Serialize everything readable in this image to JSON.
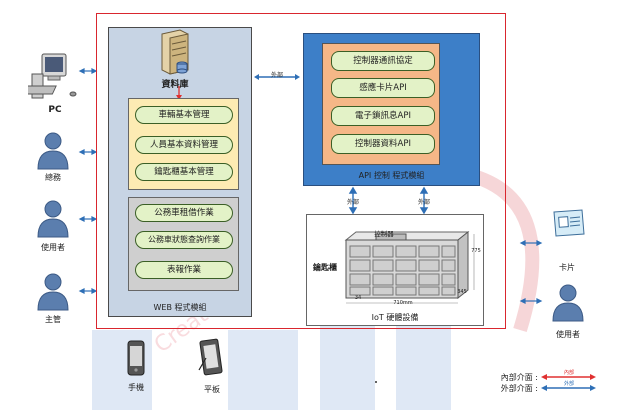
{
  "colors": {
    "frame_red": "#d9262e",
    "web_panel": "#c7d4e4",
    "mgmt_box": "#fdebb3",
    "ops_box": "#cfcfcf",
    "pill_fill": "#e3f2c7",
    "api_panel": "#3d7fc8",
    "api_inner": "#f5b787",
    "connector_blue": "#2e6fb6",
    "internal_red": "#e03030",
    "person_blue": "#4f6f9a"
  },
  "left_actors": {
    "pc": "PC",
    "finance": "總務",
    "user": "使用者",
    "manager": "主管"
  },
  "web_module": {
    "database": "資料庫",
    "management": [
      "車輛基本管理",
      "人員基本資料管理",
      "鑰匙櫃基本管理"
    ],
    "operations": [
      "公務車租借作業",
      "公務車狀態查詢作業",
      "表報作業"
    ],
    "caption": "WEB 程式模組"
  },
  "link_web_api": "外部",
  "api_module": {
    "items": [
      "控制器通訊協定",
      "感應卡片API",
      "電子鎖訊息API",
      "控制器資料API"
    ],
    "caption": "API 控制 程式模組"
  },
  "api_iot_links": [
    "外部",
    "外部"
  ],
  "iot_module": {
    "controller_label": "控制器",
    "cabinet_label": "鑰匙櫃",
    "dim_width": "710mm",
    "dim_small": "34",
    "dim_side": "345",
    "dim_height": "775",
    "caption": "IoT 硬體設備"
  },
  "right_actors": {
    "card": "卡片",
    "user": "使用者"
  },
  "bottom_devices": {
    "phone": "手機",
    "tablet": "平板"
  },
  "legend": {
    "internal_label": "內部介面 :",
    "internal_arrow_text": "內部",
    "external_label": "外部介面 :",
    "external_arrow_text": "外部"
  },
  "watermark": "Creation T"
}
